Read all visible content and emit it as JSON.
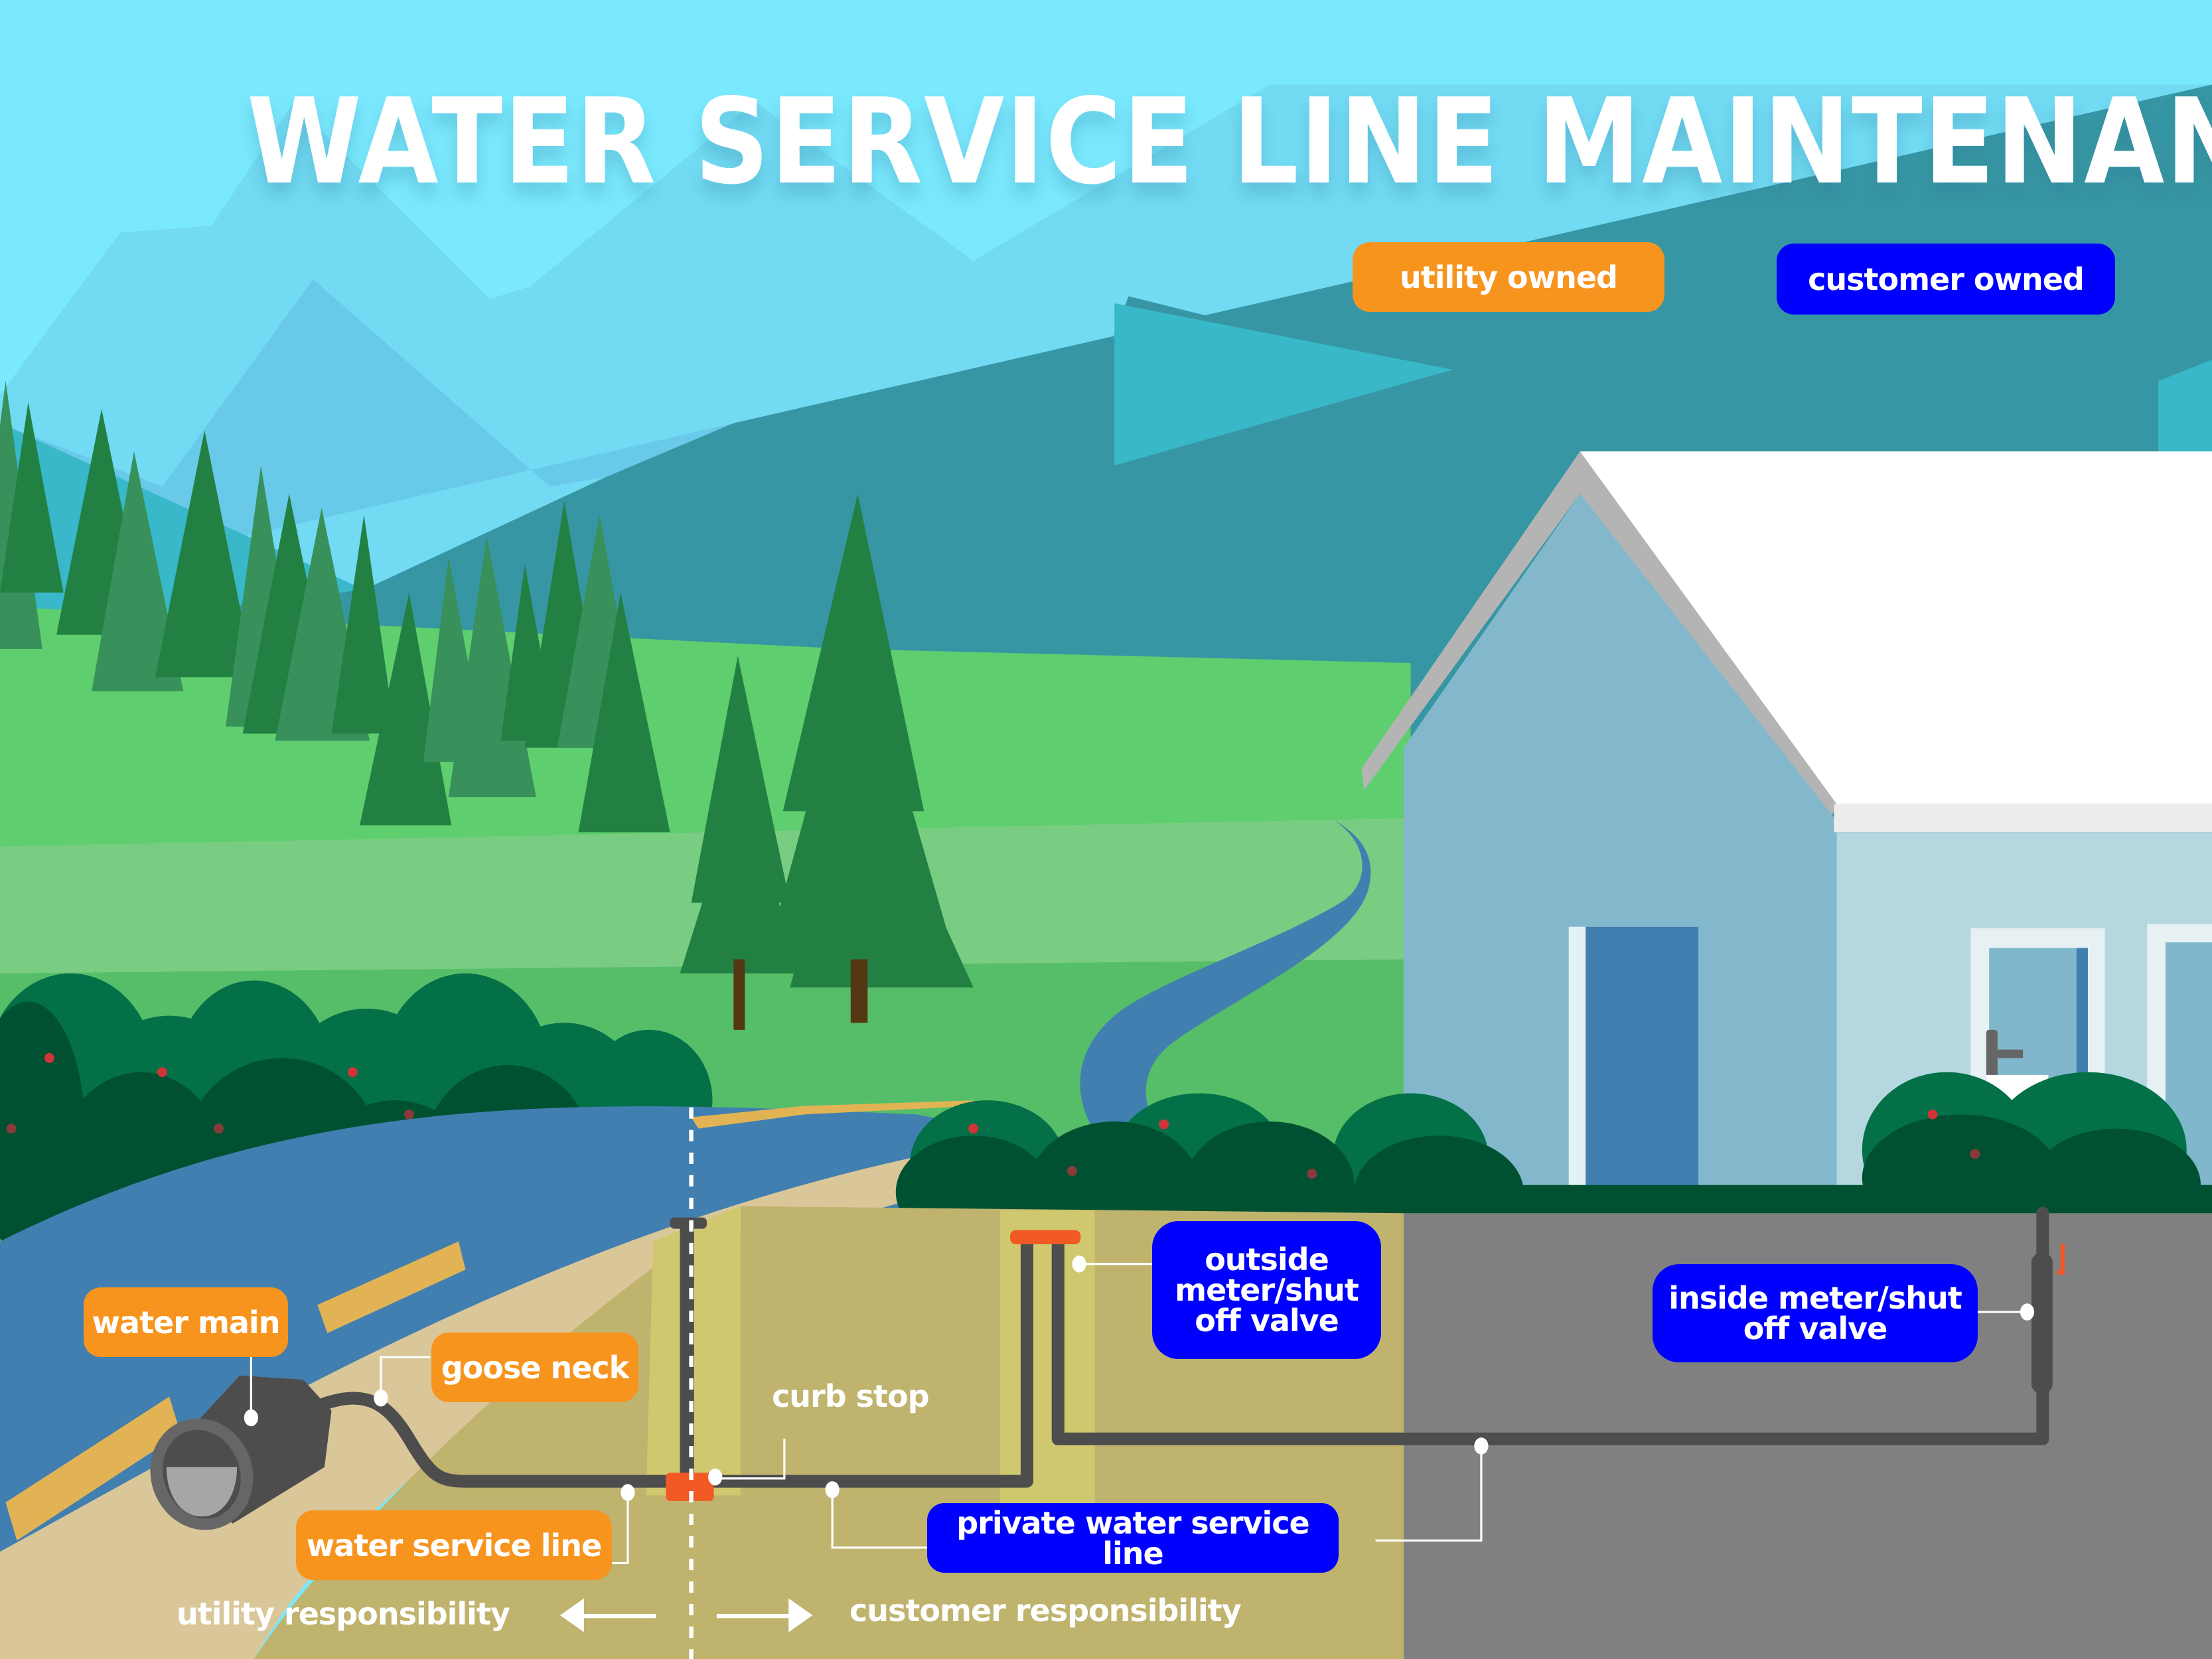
{
  "title": "WATER SERVICE LINE MAINTENANCE",
  "legend": {
    "utility": {
      "label": "utility owned",
      "color": "#f7941e"
    },
    "customer": {
      "label": "customer owned",
      "color": "#0000ff"
    }
  },
  "labels": {
    "water_main": "water main",
    "goose_neck": "goose neck",
    "curb_stop": "curb stop",
    "water_service_line": "water service line",
    "outside_meter": "outside meter/shut off valve",
    "inside_meter": "inside meter/shut off valve",
    "private_water_service_line": "private water service line"
  },
  "responsibility": {
    "utility": "utility responsibility",
    "customer": "customer responsibility"
  },
  "colors": {
    "sky": "#7ae8fd",
    "pipe": "#4d4d4d",
    "valve": "#f15a24",
    "soil": "#bfb36e",
    "basement": "#808080",
    "road": "#417fb0"
  }
}
